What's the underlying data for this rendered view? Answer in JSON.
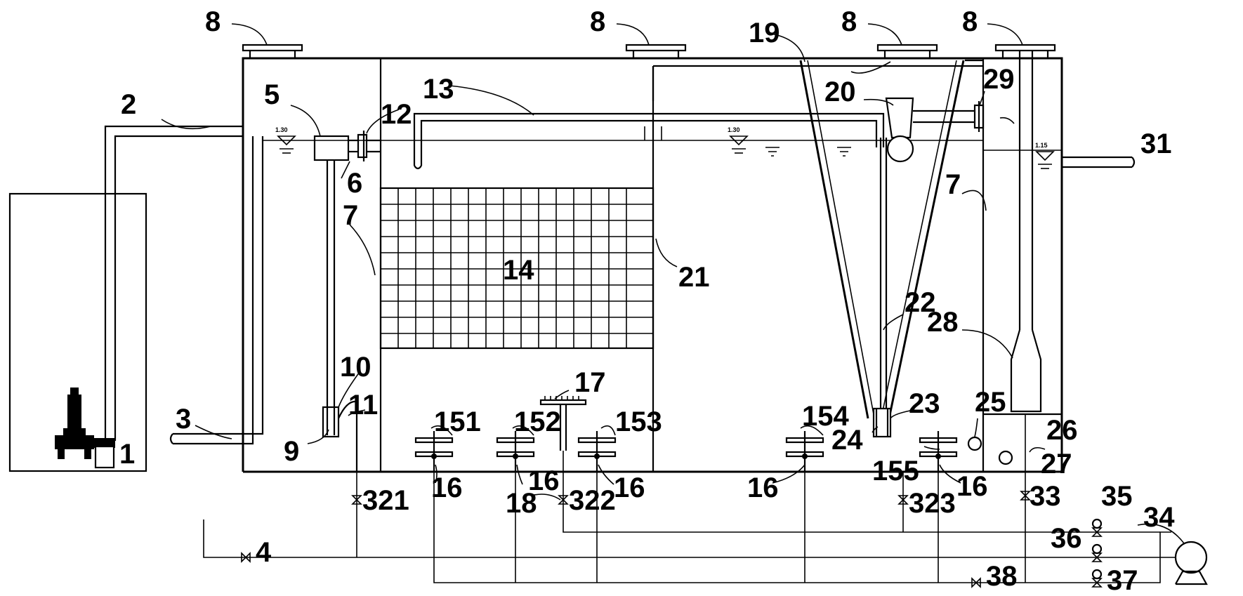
{
  "labels": {
    "l1": "1",
    "l2": "2",
    "l3": "3",
    "l4": "4",
    "l5": "5",
    "l6": "6",
    "l7a": "7",
    "l7b": "7",
    "l8a": "8",
    "l8b": "8",
    "l8c": "8",
    "l8d": "8",
    "l9": "9",
    "l10": "10",
    "l11": "11",
    "l12": "12",
    "l13": "13",
    "l14": "14",
    "l151": "151",
    "l152": "152",
    "l153": "153",
    "l154": "154",
    "l155": "155",
    "l16a": "16",
    "l16b": "16",
    "l16c": "16",
    "l16d": "16",
    "l16e": "16",
    "l17": "17",
    "l18": "18",
    "l19": "19",
    "l20": "20",
    "l21": "21",
    "l22": "22",
    "l23": "23",
    "l24": "24",
    "l25": "25",
    "l26": "26",
    "l27": "27",
    "l28": "28",
    "l29": "29",
    "l31": "31",
    "l321": "321",
    "l322": "322",
    "l323": "323",
    "l33": "33",
    "l34": "34",
    "l35": "35",
    "l36": "36",
    "l37": "37",
    "l38": "38"
  },
  "water_level_marks": {
    "w1": "1.30",
    "w2": "1.30",
    "w3": "1.15"
  },
  "colors": {
    "ink": "#000000",
    "paper": "#ffffff"
  }
}
